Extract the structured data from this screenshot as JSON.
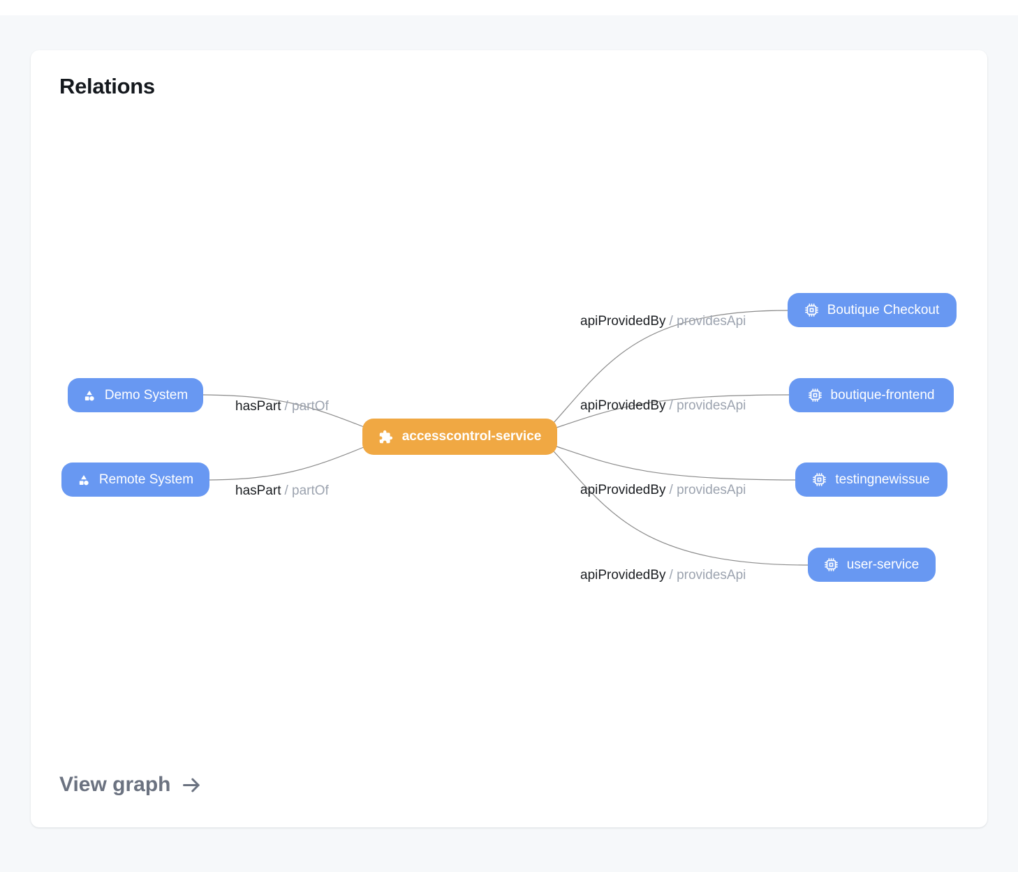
{
  "colors": {
    "accent_orange": "#F0A843",
    "node_blue": "#6898F2",
    "edge_gray": "#8B8B8B",
    "label_dark": "#1A1D21",
    "label_muted": "#9CA3AF",
    "link_gray": "#6B7280",
    "page_bg": "#F6F8FA",
    "card_bg": "#FFFFFF"
  },
  "card": {
    "title": "Relations",
    "footer_link": {
      "label": "View graph",
      "icon": "arrow-right-icon"
    }
  },
  "graph": {
    "center": {
      "label": "accesscontrol-service",
      "icon": "puzzle-icon"
    },
    "nodes": [
      {
        "label": "Demo System",
        "icon": "shapes-icon",
        "side": "left"
      },
      {
        "label": "Remote System",
        "icon": "shapes-icon",
        "side": "left"
      },
      {
        "label": "Boutique Checkout",
        "icon": "chip-icon",
        "side": "right"
      },
      {
        "label": "boutique-frontend",
        "icon": "chip-icon",
        "side": "right"
      },
      {
        "label": "testingnewissue",
        "icon": "chip-icon",
        "side": "right"
      },
      {
        "label": "user-service",
        "icon": "chip-icon",
        "side": "right"
      }
    ],
    "edge_labels": [
      {
        "primary": "hasPart",
        "secondary": "/ partOf"
      },
      {
        "primary": "hasPart",
        "secondary": "/ partOf"
      },
      {
        "primary": "apiProvidedBy",
        "secondary": "/ providesApi"
      },
      {
        "primary": "apiProvidedBy",
        "secondary": "/ providesApi"
      },
      {
        "primary": "apiProvidedBy",
        "secondary": "/ providesApi"
      },
      {
        "primary": "apiProvidedBy",
        "secondary": "/ providesApi"
      }
    ]
  }
}
